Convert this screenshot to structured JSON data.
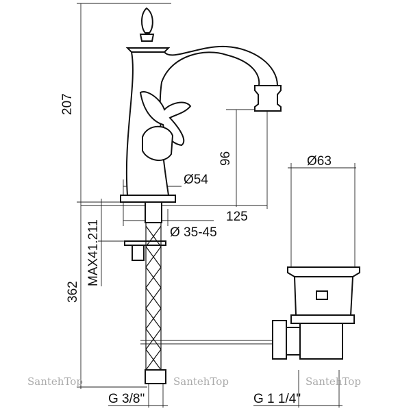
{
  "title": "Faucet and drain dimension drawing",
  "dimensions": {
    "height_total": "207",
    "outlet_height": "96",
    "base_diameter": "Ø54",
    "reach": "125",
    "hole_diameter": "Ø 35-45",
    "max_thickness": "MAX41.211",
    "below_height": "362",
    "drain_diameter": "Ø63",
    "inlet_thread": "G 3/8\"",
    "drain_thread": "G 1 1/4\""
  },
  "watermarks": [
    "SantehTop",
    "SantehTop",
    "SantehTop"
  ]
}
